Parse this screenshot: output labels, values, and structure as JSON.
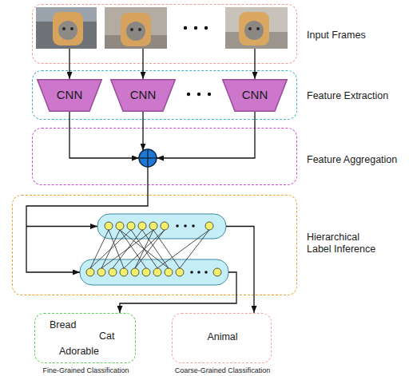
{
  "diagram": {
    "nodes": [
      {
        "text": [
          "Input Frames"
        ]
      },
      {
        "text": [
          "Feature Extraction"
        ]
      },
      {
        "text": [
          "CNN"
        ],
        "in": 1
      },
      {
        "text": [
          "CNN"
        ],
        "in": 1
      },
      {
        "text": [
          "CNN"
        ],
        "in": 1
      },
      {
        "text": [
          "Feature Aggregation"
        ]
      },
      {
        "text": [
          "Hierarchical Label Inference"
        ]
      },
      {
        "text": [
          "Bread",
          "Cat",
          "Adorable",
          "Fine-Grained Classification"
        ]
      },
      {
        "text": [
          "Animal",
          "Coarse-Grained Classification"
        ]
      }
    ],
    "edges": [
      {
        "from": 0,
        "to": 2,
        "arrow": "to"
      },
      {
        "from": 0,
        "to": 3,
        "arrow": "to"
      },
      {
        "from": 0,
        "to": 4,
        "arrow": "to"
      },
      {
        "from": 2,
        "to": 5,
        "arrow": "to"
      },
      {
        "from": 3,
        "to": 5,
        "arrow": "to"
      },
      {
        "from": 4,
        "to": 5,
        "arrow": "to"
      },
      {
        "from": 5,
        "to": 6,
        "arrow": "to"
      },
      {
        "from": 6,
        "to": 7,
        "arrow": "to"
      },
      {
        "from": 6,
        "to": 8,
        "arrow": "to"
      }
    ]
  }
}
